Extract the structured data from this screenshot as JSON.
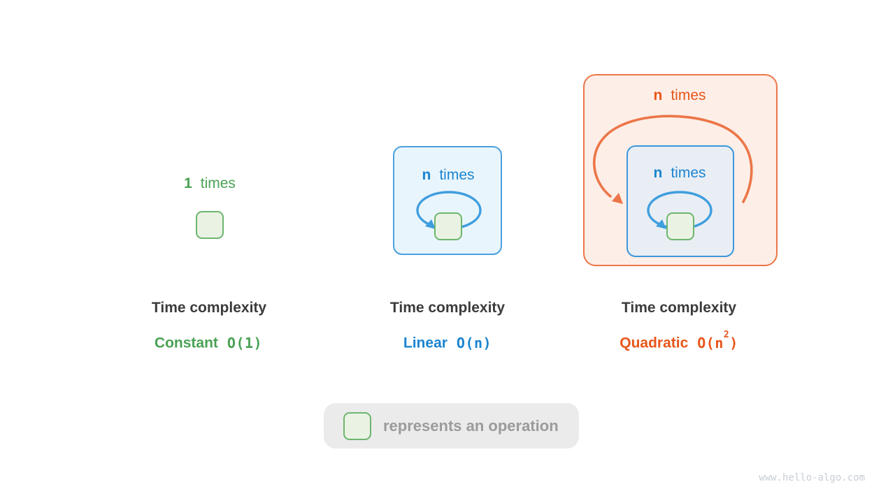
{
  "watermark": "www.hello-algo.com",
  "legend": {
    "label": "represents an operation"
  },
  "columns": [
    {
      "loop": {
        "count": "1",
        "word": "times"
      },
      "title": "Time complexity",
      "name": "Constant",
      "notation": {
        "main": "O(1)",
        "sup": "",
        "close": ""
      }
    },
    {
      "loop": {
        "count": "n",
        "word": "times"
      },
      "title": "Time complexity",
      "name": "Linear",
      "notation": {
        "main": "O(n)",
        "sup": "",
        "close": ""
      }
    },
    {
      "outer_loop": {
        "count": "n",
        "word": "times"
      },
      "inner_loop": {
        "count": "n",
        "word": "times"
      },
      "title": "Time complexity",
      "name": "Quadratic",
      "notation": {
        "main": "O(n",
        "sup": "2",
        "close": ")"
      }
    }
  ],
  "colors": {
    "green_text": "#4aa154",
    "green_border": "#6db56f",
    "green_fill": "#eaf3e3",
    "blue_text": "#1b85d1",
    "blue_box_border": "#4aa0dc",
    "blue_box_fill": "#e9f5fc",
    "inner_box_fill": "#e9eef4",
    "loop_stroke_blue": "#3f9ede",
    "orange_text": "#e8561b",
    "orange_border": "#ec7648",
    "orange_fill": "#fdeee7",
    "title_text": "#3b3b3b",
    "legend_bg": "#ebebeb",
    "legend_text": "#9b9b9b",
    "watermark": "#c8ced5"
  }
}
